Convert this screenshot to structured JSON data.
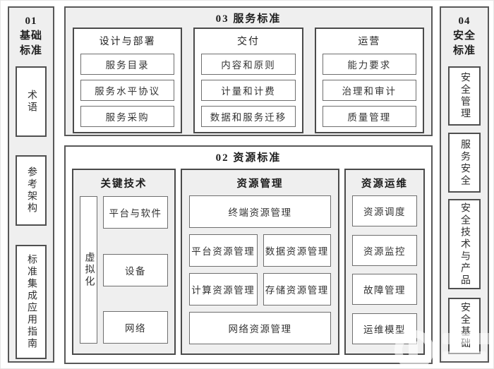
{
  "colors": {
    "section_fill": "#efefef",
    "box_fill": "#ffffff",
    "border_dark": "#4a4a4a",
    "border_mid": "#6e6e6e",
    "text": "#1c1c1c"
  },
  "columns": {
    "basic": {
      "title_lines": [
        "01",
        "基础",
        "标准"
      ],
      "items": [
        "术语",
        "参考架构",
        "标准集成应用指南"
      ]
    },
    "security": {
      "title_lines": [
        "04",
        "安全",
        "标准"
      ],
      "items": [
        "安全管理",
        "服务安全",
        "安全技术与产品",
        "安全基础"
      ]
    }
  },
  "service_section": {
    "title": "03 服务标准",
    "groups": [
      {
        "title": "设计与部署",
        "items": [
          "服务目录",
          "服务水平协议",
          "服务采购"
        ]
      },
      {
        "title": "交付",
        "items": [
          "内容和原则",
          "计量和计费",
          "数据和服务迁移"
        ]
      },
      {
        "title": "运营",
        "items": [
          "能力要求",
          "治理和审计",
          "质量管理"
        ]
      }
    ]
  },
  "resource_section": {
    "title": "02 资源标准",
    "key_tech": {
      "title": "关键技术",
      "side_item": "虚拟化",
      "items": [
        "平台与软件",
        "设备",
        "网络"
      ]
    },
    "resource_mgmt": {
      "title": "资源管理",
      "row1": "终端资源管理",
      "row2": [
        "平台资源管理",
        "数据资源管理"
      ],
      "row3": [
        "计算资源管理",
        "存储资源管理"
      ],
      "row4": "网络资源管理"
    },
    "resource_ops": {
      "title": "资源运维",
      "items": [
        "资源调度",
        "资源监控",
        "故障管理",
        "运维模型"
      ]
    }
  }
}
